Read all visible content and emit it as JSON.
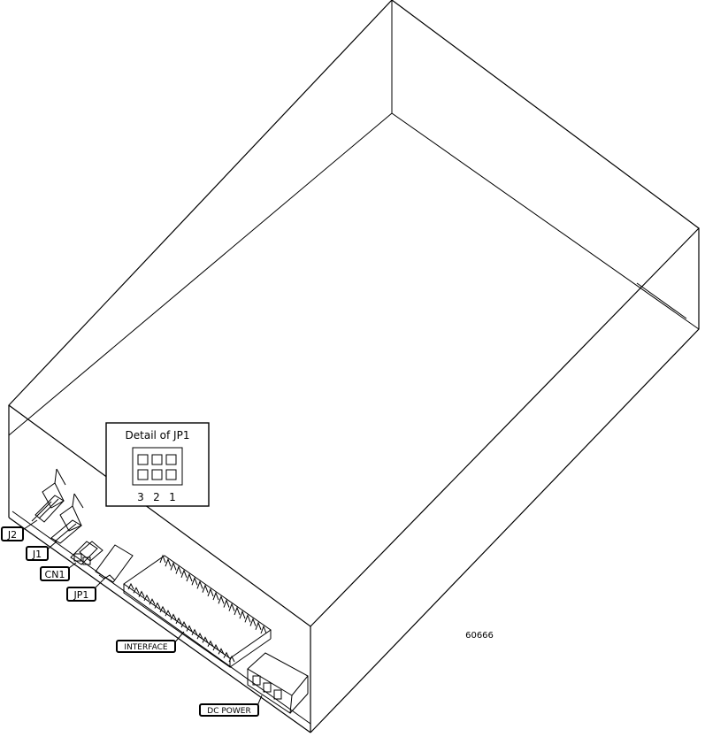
{
  "figure_id": "60666",
  "jumper_detail": {
    "title": "Detail of JP1",
    "pin_labels": [
      "3",
      "2",
      "1"
    ]
  },
  "callouts": {
    "j2": "J2",
    "j1": "J1",
    "cn1": "CN1",
    "jp1": "JP1",
    "interface": "INTERFACE",
    "dc_power": "DC POWER"
  }
}
